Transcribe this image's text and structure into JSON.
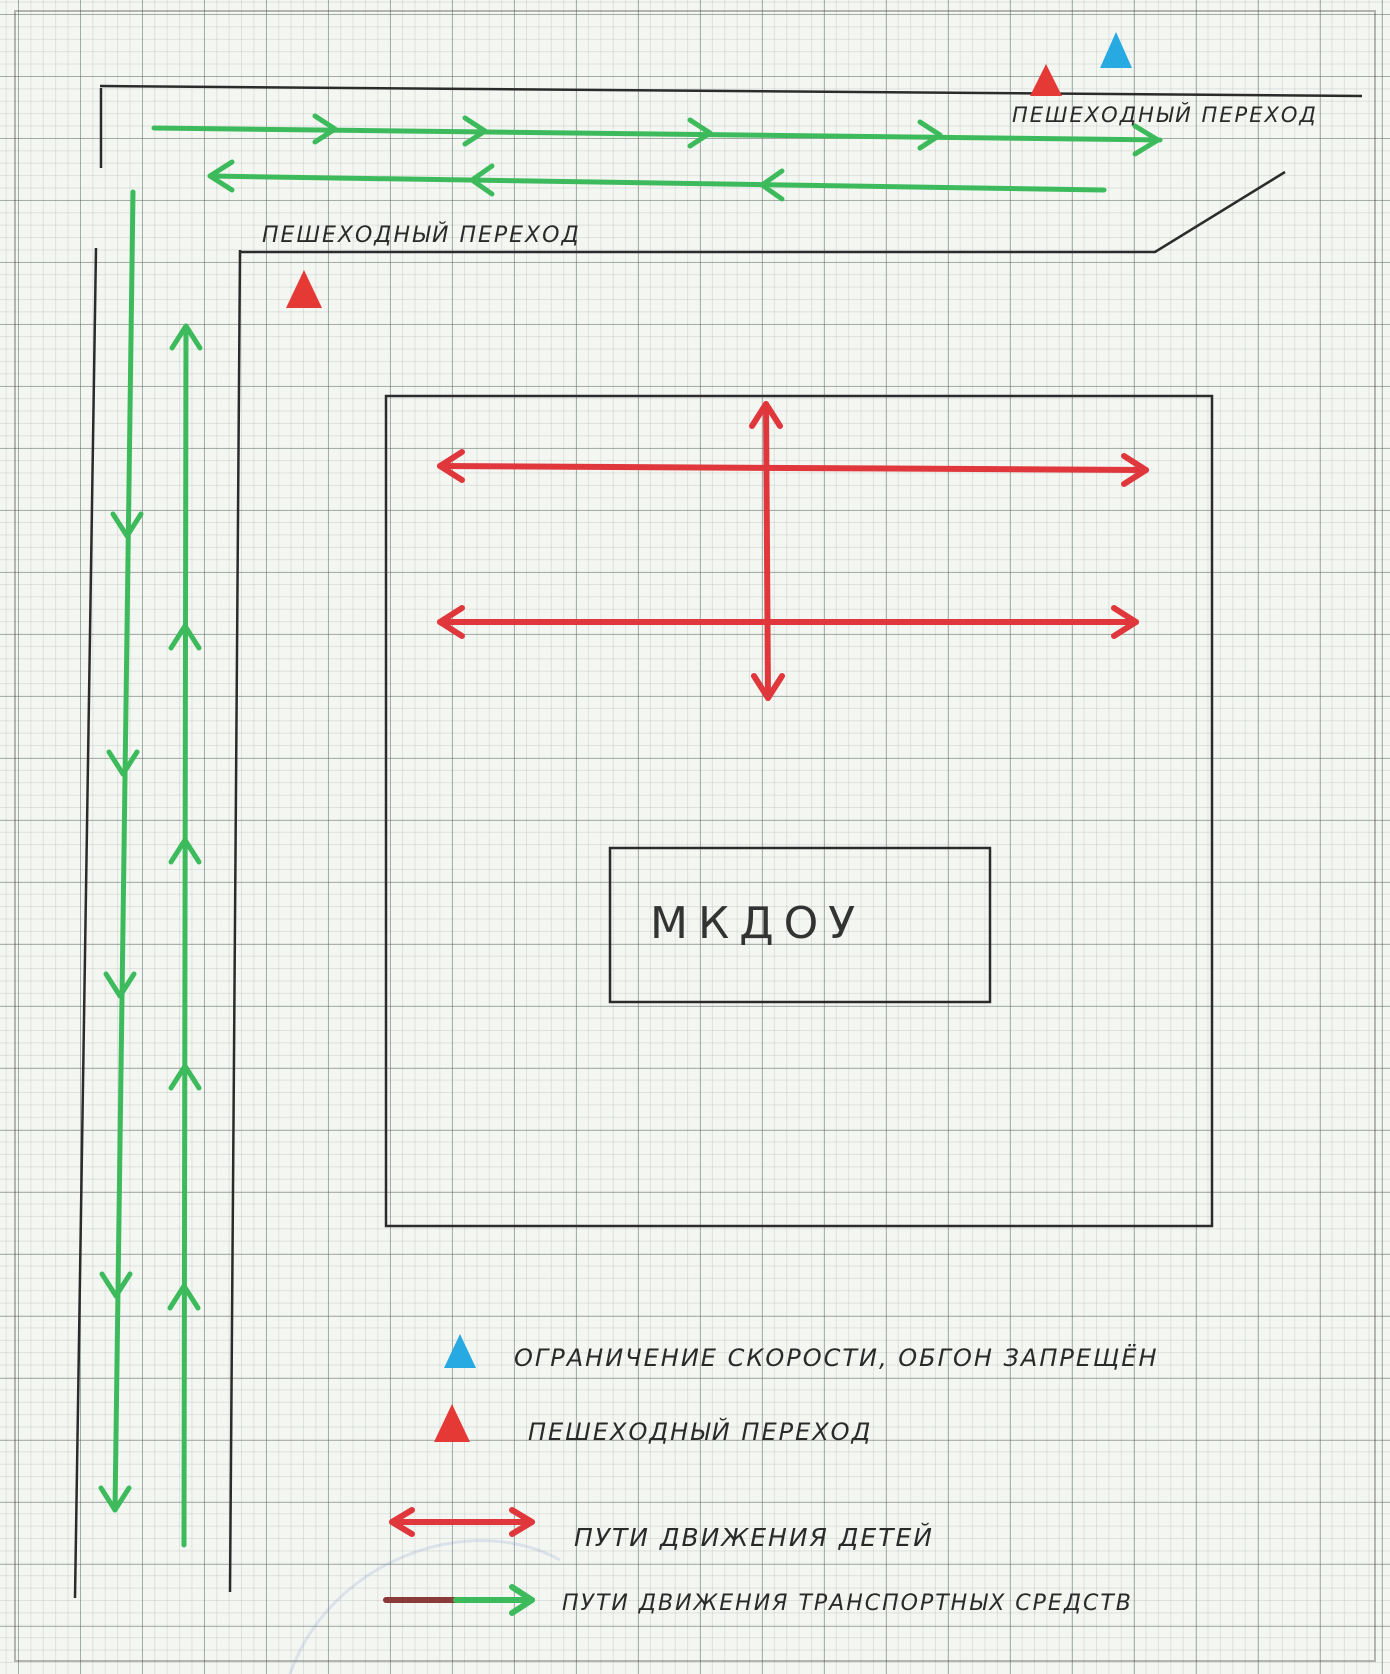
{
  "labels": {
    "crossing_top_right": "ПЕШЕХОДНЫЙ ПЕРЕХОД",
    "crossing_top_left": "ПЕШЕХОДНЫЙ ПЕРЕХОД",
    "building": "МКДОУ"
  },
  "legend": {
    "speed_limit": "ОГРАНИЧЕНИЕ СКОРОСТИ, ОБГОН ЗАПРЕЩЁН",
    "pedestrian_crossing": "ПЕШЕХОДНЫЙ ПЕРЕХОД",
    "children_route": "ПУТИ ДВИЖЕНИЯ ДЕТЕЙ",
    "vehicle_route": "ПУТИ ДВИЖЕНИЯ ТРАНСПОРТНЫХ СРЕДСТВ"
  },
  "colors": {
    "speed_sign": "#27a9e1",
    "crossing_sign": "#e53935",
    "children_route": "#e0373c",
    "vehicle_route": "#3dbb5c",
    "ink": "#2b2b2b"
  },
  "icons": {
    "speed_sign": "blue-triangle-icon",
    "crossing_sign": "red-triangle-icon"
  }
}
